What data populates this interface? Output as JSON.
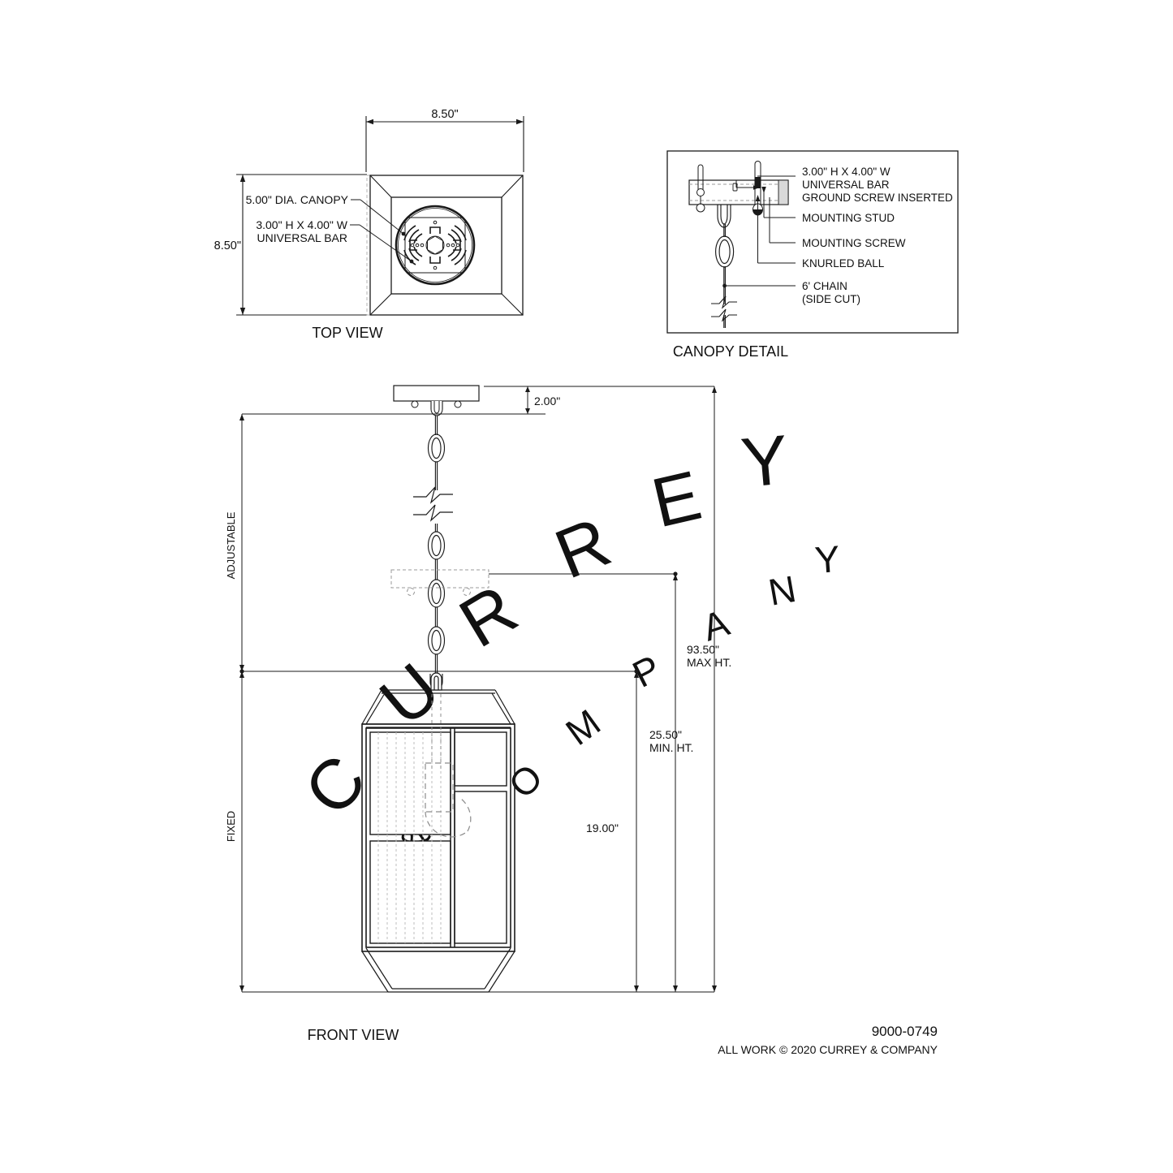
{
  "sheet": {
    "part_number": "9000-0749",
    "copyright": "ALL WORK © 2020 CURREY & COMPANY",
    "watermark": "CURREY & COMPANY"
  },
  "views": {
    "top": {
      "label": "TOP VIEW",
      "dim_width": "8.50\"",
      "dim_height": "8.50\"",
      "callout_canopy": "5.00\" DIA. CANOPY",
      "callout_bar_line1": "3.00\" H X 4.00\" W",
      "callout_bar_line2": "UNIVERSAL BAR"
    },
    "canopy_detail": {
      "label": "CANOPY DETAIL",
      "callouts": [
        {
          "name": "universal-bar",
          "lines": [
            "3.00\" H X 4.00\" W",
            "UNIVERSAL BAR",
            "GROUND SCREW INSERTED"
          ]
        },
        {
          "name": "mounting-stud",
          "lines": [
            "MOUNTING STUD"
          ]
        },
        {
          "name": "mounting-screw",
          "lines": [
            "MOUNTING SCREW"
          ]
        },
        {
          "name": "knurled-ball",
          "lines": [
            "KNURLED BALL"
          ]
        },
        {
          "name": "chain",
          "lines": [
            "6' CHAIN",
            "(SIDE CUT)"
          ]
        }
      ]
    },
    "front": {
      "label": "FRONT VIEW",
      "dim_canopy": "2.00\"",
      "dim_max_line1": "93.50\"",
      "dim_max_line2": "MAX HT.",
      "dim_min_line1": "25.50\"",
      "dim_min_line2": "MIN. HT.",
      "dim_body": "19.00\"",
      "label_adjustable": "ADJUSTABLE",
      "label_fixed": "FIXED"
    }
  },
  "colors": {
    "line": "#1a1a1a",
    "thin": "#333333",
    "phantom": "#9a9a9a",
    "hidden": "#8c8c8c",
    "watermark": "#eeeeee",
    "background": "#ffffff"
  }
}
